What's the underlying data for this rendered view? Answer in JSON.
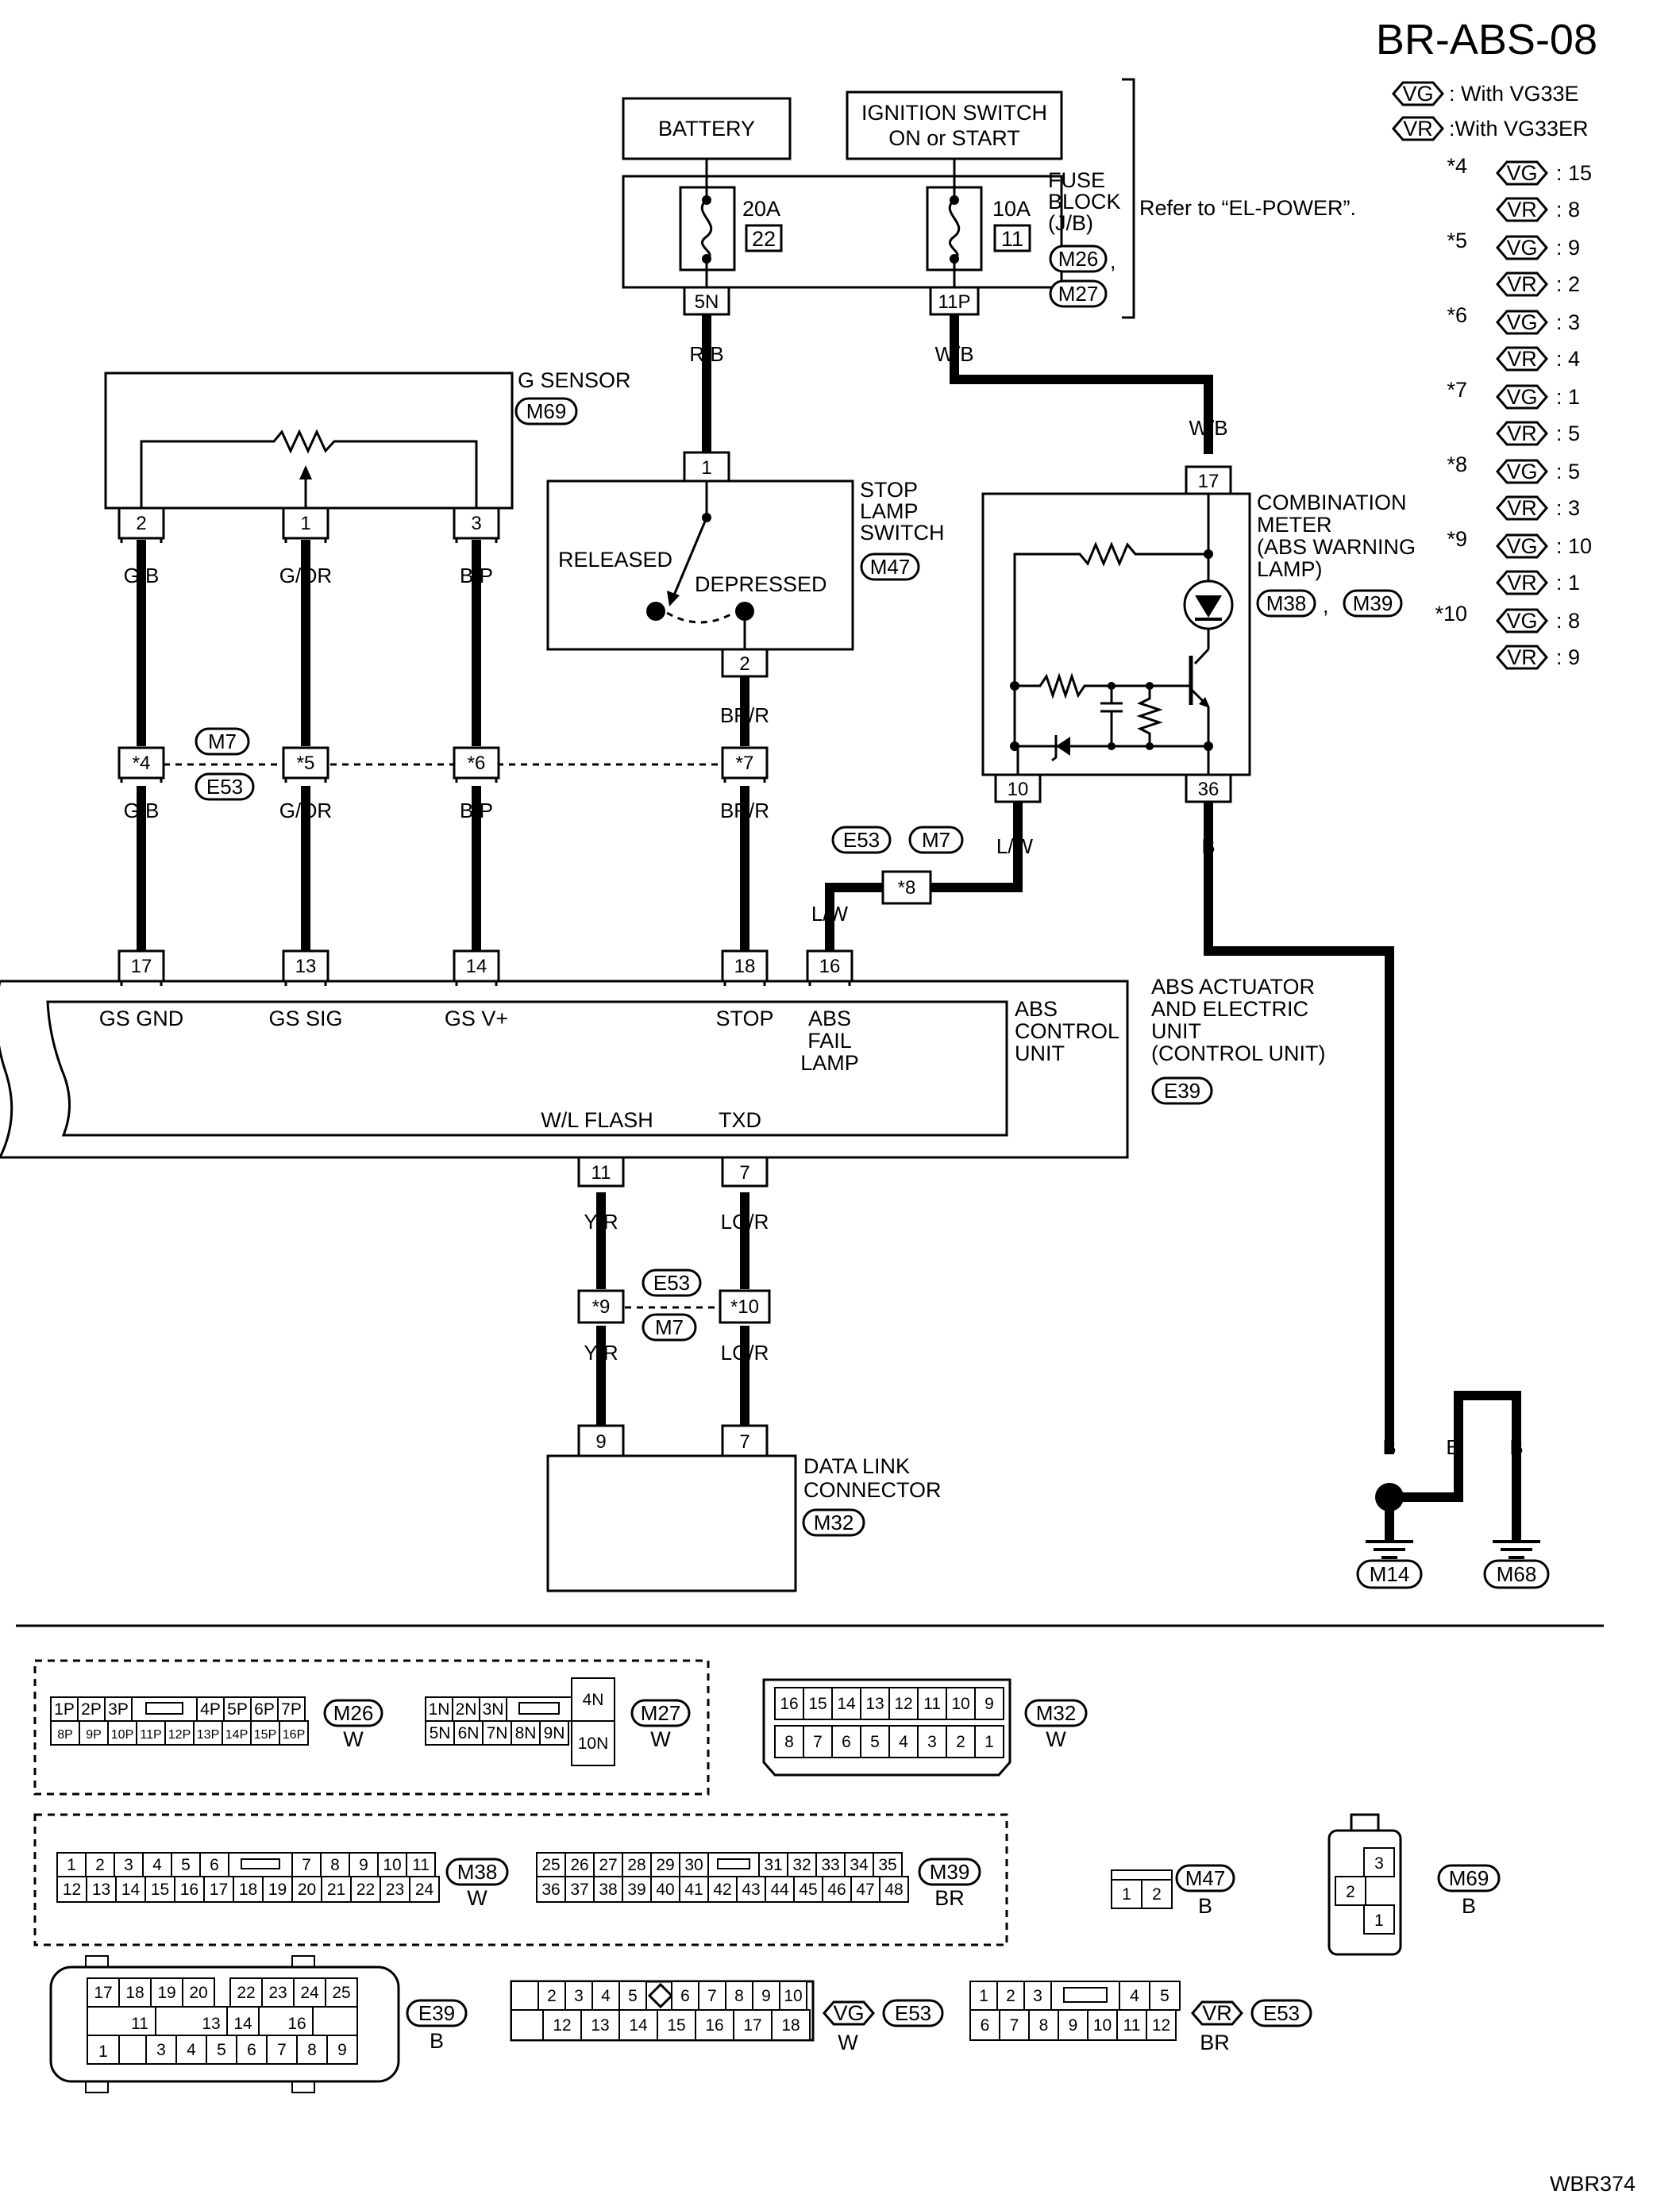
{
  "title": "BR-ABS-08",
  "figure_code": "WBR374",
  "legend": {
    "vg": {
      "code": "VG",
      "text": ": With VG33E"
    },
    "vr": {
      "code": "VR",
      "text": ":With VG33ER"
    },
    "refs": [
      {
        "star": "*4",
        "vg": ": 15",
        "vr": ": 8"
      },
      {
        "star": "*5",
        "vg": ": 9",
        "vr": ": 2"
      },
      {
        "star": "*6",
        "vg": ": 3",
        "vr": ": 4"
      },
      {
        "star": "*7",
        "vg": ": 1",
        "vr": ": 5"
      },
      {
        "star": "*8",
        "vg": ": 5",
        "vr": ": 3"
      },
      {
        "star": "*9",
        "vg": ": 10",
        "vr": ": 1"
      },
      {
        "star": "*10",
        "vg": ": 8",
        "vr": ": 9"
      }
    ]
  },
  "battery": "BATTERY",
  "ignition": {
    "line1": "IGNITION SWITCH",
    "line2": "ON or START"
  },
  "fuse_block": {
    "line1": "FUSE",
    "line2": "BLOCK",
    "line3": "(J/B)",
    "conn1": "M26",
    "conn2": "M27",
    "sep": ",",
    "refer": "Refer to “EL-POWER”.",
    "fuse1_amp": "20A",
    "fuse1_no": "22",
    "fuse1_term": "5N",
    "fuse2_amp": "10A",
    "fuse2_no": "11",
    "fuse2_term": "11P"
  },
  "g_sensor": {
    "name": "G SENSOR",
    "conn": "M69",
    "pins": [
      "2",
      "1",
      "3"
    ]
  },
  "stop_lamp": {
    "line1": "STOP",
    "line2": "LAMP",
    "line3": "SWITCH",
    "conn": "M47",
    "released": "RELEASED",
    "depressed": "DEPRESSED",
    "pin_top": "1",
    "pin_bottom": "2"
  },
  "combination_meter": {
    "line1": "COMBINATION",
    "line2": "METER",
    "line3": "(ABS WARNING",
    "line4": "LAMP)",
    "conn1": "M38",
    "conn2": "M39",
    "sep": ",",
    "pin_top": "17",
    "pin_left": "10",
    "pin_right": "36"
  },
  "wires": {
    "rb": "R/B",
    "wb1": "W/B",
    "wb2": "W/B",
    "gb1": "G/B",
    "gor1": "G/OR",
    "bp1": "B/P",
    "brr1": "BR/R",
    "gb2": "G/B",
    "gor2": "G/OR",
    "bp2": "B/P",
    "brr2": "BR/R",
    "lw1": "L/W",
    "lw2": "L/W",
    "b1": "B",
    "yr1": "Y/R",
    "lgr1": "LG/R",
    "yr2": "Y/R",
    "lgr2": "LG/R",
    "b2": "B",
    "b3": "B",
    "b4": "B"
  },
  "joint1": {
    "conn1": "M7",
    "conn2": "E53",
    "pins": [
      "*4",
      "*5",
      "*6",
      "*7"
    ]
  },
  "joint2": {
    "conn1": "E53",
    "conn2": "M7",
    "pin": "*8"
  },
  "joint3": {
    "conn1": "E53",
    "conn2": "M7",
    "pins": [
      "*9",
      "*10"
    ]
  },
  "abs_unit": {
    "name1": "ABS",
    "name2": "CONTROL",
    "name3": "UNIT",
    "desc1": "ABS ACTUATOR",
    "desc2": "AND ELECTRIC",
    "desc3": "UNIT",
    "desc4": "(CONTROL UNIT)",
    "conn": "E39",
    "pins_top": [
      "17",
      "13",
      "14",
      "18",
      "16"
    ],
    "labels_top": [
      "GS GND",
      "GS SIG",
      "GS V+",
      "STOP"
    ],
    "fail1": "ABS",
    "fail2": "FAIL",
    "fail3": "LAMP",
    "wl": "W/L FLASH",
    "txd": "TXD",
    "pin_wl": "11",
    "pin_txd": "7"
  },
  "dlc": {
    "line1": "DATA LINK",
    "line2": "CONNECTOR",
    "conn": "M32",
    "pin_a": "9",
    "pin_b": "7"
  },
  "grounds": {
    "g1": "M14",
    "g2": "M68"
  },
  "faces": {
    "m26": {
      "code": "M26",
      "color": "W",
      "row1": [
        "1P",
        "2P",
        "3P",
        "",
        "4P",
        "5P",
        "6P",
        "7P"
      ],
      "row2": [
        "8P",
        "9P",
        "10P",
        "11P",
        "12P",
        "13P",
        "14P",
        "15P",
        "16P"
      ]
    },
    "m27": {
      "code": "M27",
      "color": "W",
      "row1": [
        "1N",
        "2N",
        "3N"
      ],
      "row2": [
        "5N",
        "6N",
        "7N",
        "8N",
        "9N"
      ],
      "side1": "4N",
      "side2": "10N"
    },
    "m32": {
      "code": "M32",
      "color": "W",
      "row1": [
        "16",
        "15",
        "14",
        "13",
        "12",
        "11",
        "10",
        "9"
      ],
      "row2": [
        "8",
        "7",
        "6",
        "5",
        "4",
        "3",
        "2",
        "1"
      ]
    },
    "m38": {
      "code": "M38",
      "color": "W",
      "row1": [
        "1",
        "2",
        "3",
        "4",
        "5",
        "6",
        "7",
        "8",
        "9",
        "10",
        "11"
      ],
      "row2": [
        "12",
        "13",
        "14",
        "15",
        "16",
        "17",
        "18",
        "19",
        "20",
        "21",
        "22",
        "23",
        "24"
      ]
    },
    "m39": {
      "code": "M39",
      "color": "BR",
      "row1": [
        "25",
        "26",
        "27",
        "28",
        "29",
        "30",
        "31",
        "32",
        "33",
        "34",
        "35"
      ],
      "row2": [
        "36",
        "37",
        "38",
        "39",
        "40",
        "41",
        "42",
        "43",
        "44",
        "45",
        "46",
        "47",
        "48"
      ]
    },
    "m47": {
      "code": "M47",
      "color": "B",
      "pins": [
        "1",
        "2"
      ]
    },
    "m69": {
      "code": "M69",
      "color": "B",
      "pins": [
        "3",
        "2",
        "1"
      ]
    },
    "e39": {
      "code": "E39",
      "color": "B",
      "row1": [
        "17",
        "18",
        "19",
        "20",
        "22",
        "23",
        "24",
        "25"
      ],
      "row2": [
        "11",
        "13",
        "14",
        "16"
      ],
      "row3": [
        "1",
        "3",
        "4",
        "5",
        "6",
        "7",
        "8",
        "9"
      ]
    },
    "e53vg": {
      "code": "E53",
      "tag": "VG",
      "color": "W",
      "row1": [
        "2",
        "3",
        "4",
        "5",
        "6",
        "7",
        "8",
        "9",
        "10"
      ],
      "row2": [
        "12",
        "13",
        "14",
        "15",
        "16",
        "17",
        "18"
      ]
    },
    "e53vr": {
      "code": "E53",
      "tag": "VR",
      "color": "BR",
      "row1": [
        "1",
        "2",
        "3",
        "4",
        "5"
      ],
      "row2": [
        "6",
        "7",
        "8",
        "9",
        "10",
        "11",
        "12"
      ]
    }
  }
}
